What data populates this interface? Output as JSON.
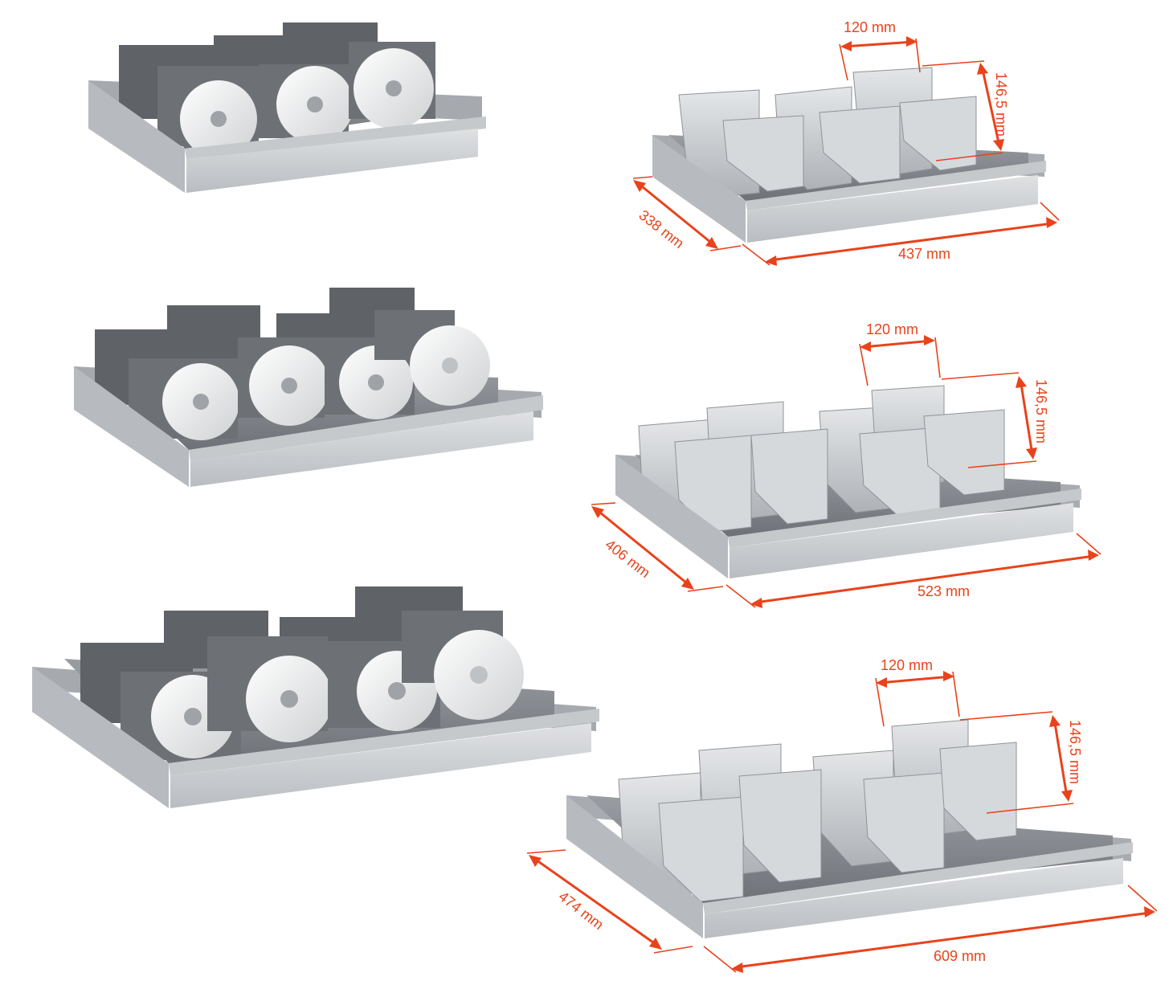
{
  "colors": {
    "dimension": "#e8431c",
    "drawer_front": "#cfd2d5",
    "drawer_rim": "#aeb2b6",
    "drawer_inner": "#8d9196",
    "cd_case": "#6f7378",
    "cd_disc": "#e9eaeb",
    "divider": "#c4c7ca"
  },
  "drawers": [
    {
      "width": "437 mm",
      "depth": "338 mm",
      "divider_spacing": "120 mm",
      "divider_height": "146,5 mm"
    },
    {
      "width": "523 mm",
      "depth": "406 mm",
      "divider_spacing": "120 mm",
      "divider_height": "146,5 mm"
    },
    {
      "width": "609 mm",
      "depth": "474 mm",
      "divider_spacing": "120 mm",
      "divider_height": "146,5 mm"
    }
  ]
}
